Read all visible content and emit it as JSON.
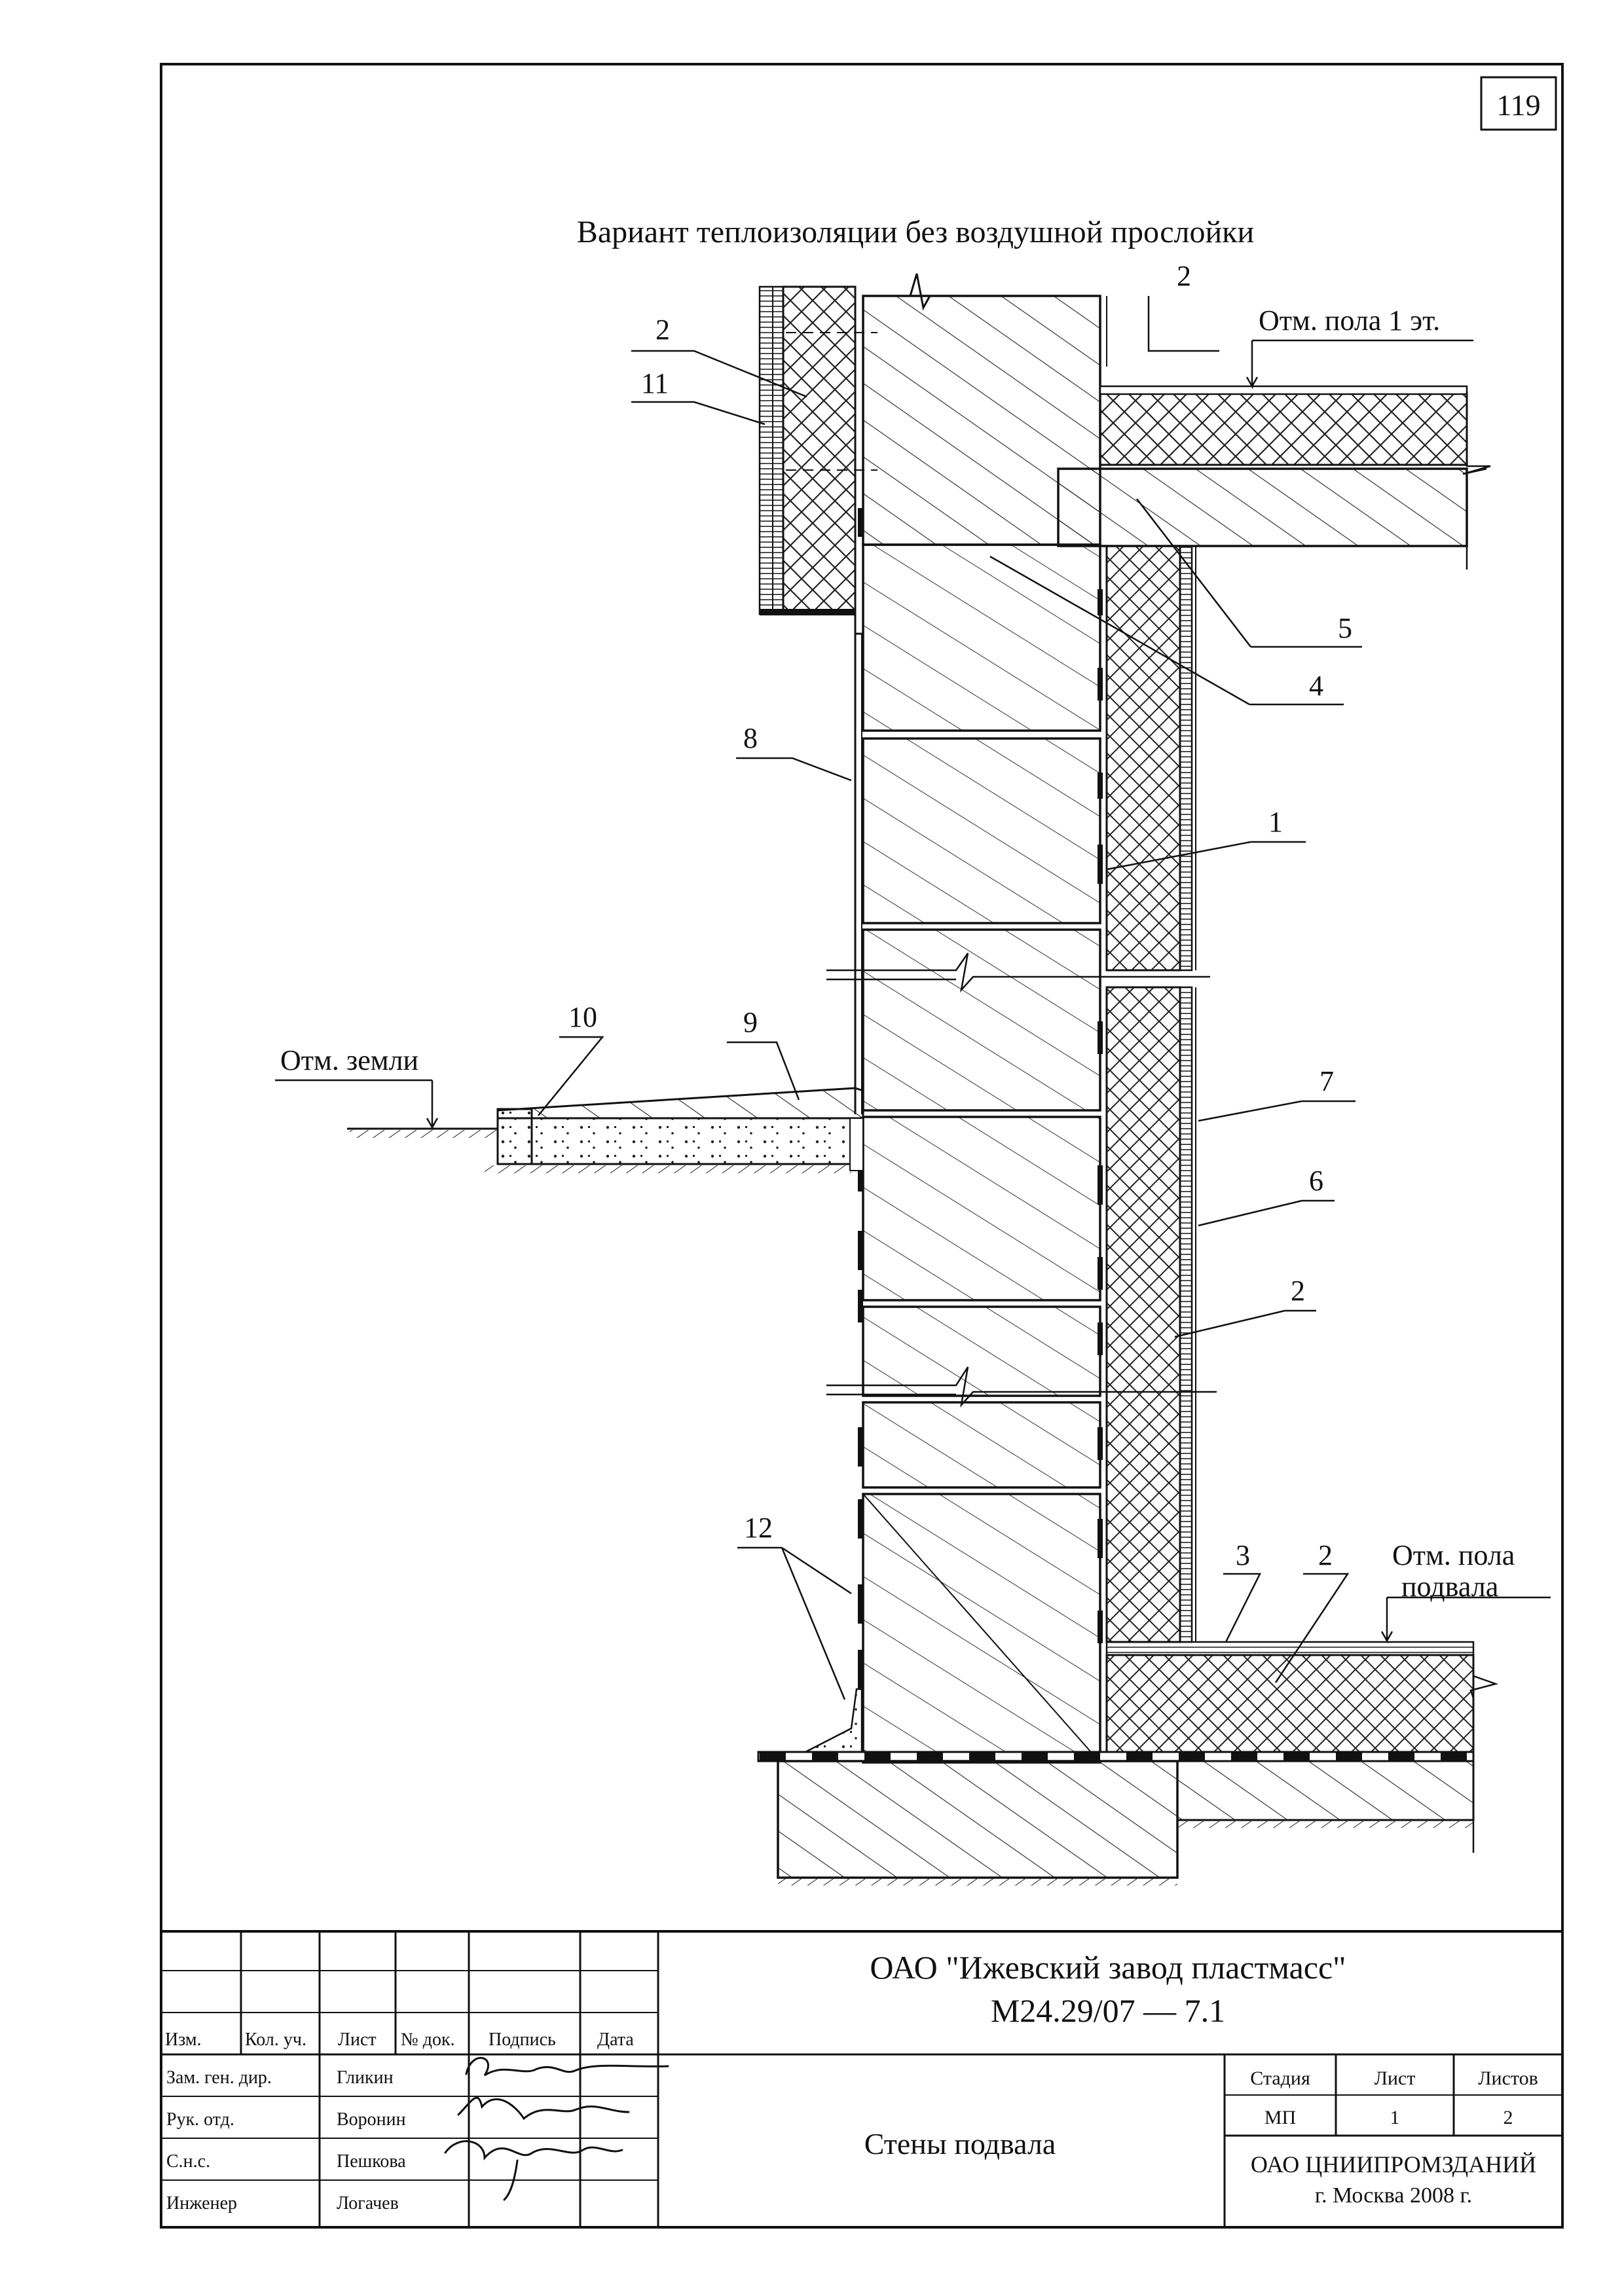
{
  "page_number": "119",
  "heading": "Вариант теплоизоляции без воздушной прослойки",
  "levels": {
    "floor_1": "Отм. пола 1 эт.",
    "ground": "Отм. земли",
    "basement_line1": "Отм. пола",
    "basement_line2": "подвала"
  },
  "callouts": {
    "top_left_2": "2",
    "top_left_11": "11",
    "top_2": "2",
    "c5": "5",
    "c4": "4",
    "c8": "8",
    "c1": "1",
    "c10": "10",
    "c9": "9",
    "c7": "7",
    "c6": "6",
    "mid_2": "2",
    "c12": "12",
    "c3": "3",
    "bottom_2": "2"
  },
  "title_block": {
    "org": "ОАО \"Ижевский завод пластмасс\"",
    "doc_code": "М24.29/07 — 7.1",
    "headers": [
      "Изм.",
      "Кол. уч.",
      "Лист",
      "№ док.",
      "Подпись",
      "Дата"
    ],
    "roles": [
      "Зам. ген. дир.",
      "Рук. отд.",
      "С.н.с.",
      "Инженер"
    ],
    "names": [
      "Гликин",
      "Воронин",
      "Пешкова",
      "Логачев"
    ],
    "title": "Стены подвала",
    "stage_label": "Стадия",
    "sheet_label": "Лист",
    "sheets_label": "Листов",
    "stage_value": "МП",
    "sheet_value": "1",
    "sheets_value": "2",
    "company": "ОАО ЦНИИПРОМЗДАНИЙ",
    "city_year": "г. Москва 2008 г."
  }
}
